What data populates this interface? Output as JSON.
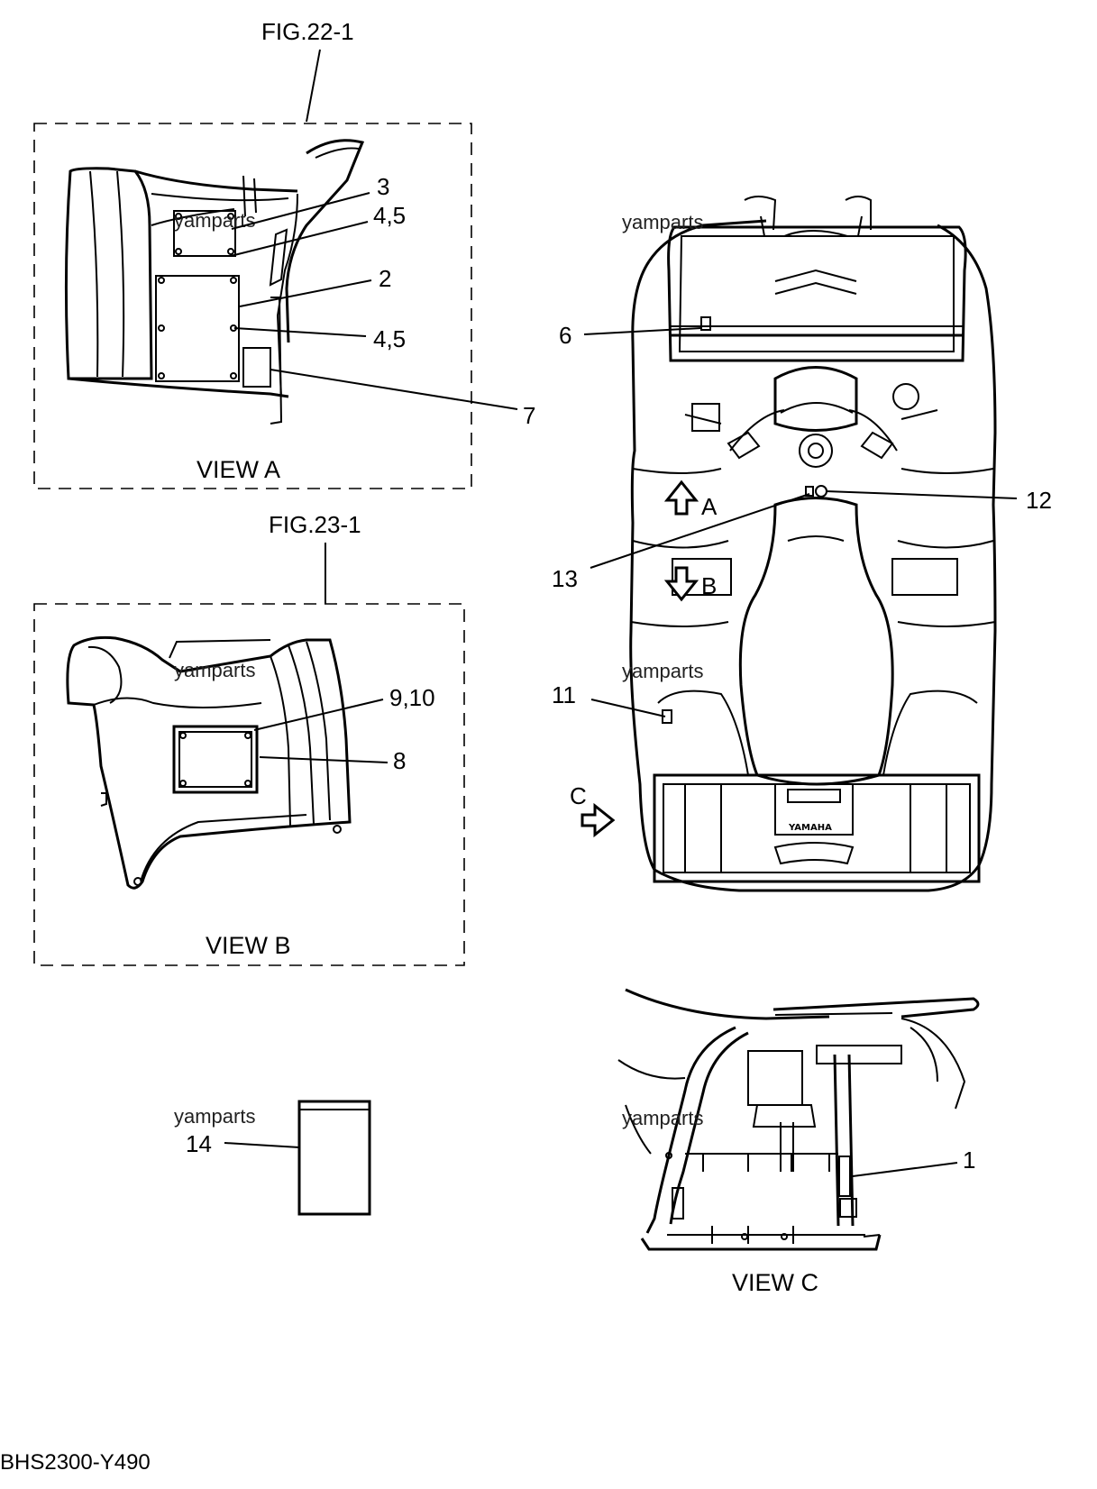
{
  "figure_refs": {
    "fig_a": "FIG.22-1",
    "fig_b": "FIG.23-1"
  },
  "view_titles": {
    "a": "VIEW A",
    "b": "VIEW B",
    "c": "VIEW C"
  },
  "watermark": "yamparts",
  "callouts": {
    "c1": "1",
    "c2": "2",
    "c3": "3",
    "c45a": "4,5",
    "c45b": "4,5",
    "c6": "6",
    "c7": "7",
    "c8": "8",
    "c910": "9,10",
    "c11": "11",
    "c12": "12",
    "c13": "13",
    "c14": "14"
  },
  "arrow_labels": {
    "a": "A",
    "b": "B",
    "c": "C"
  },
  "brand_on_part": "YAMAHA",
  "drawing_code": "BHS2300-Y490"
}
